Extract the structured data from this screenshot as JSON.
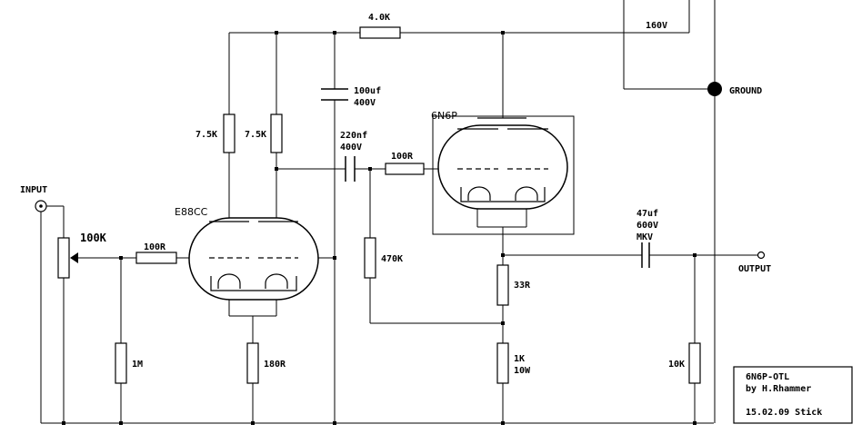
{
  "labels": {
    "input": "INPUT",
    "output": "OUTPUT",
    "ground": "GROUND",
    "pot": "100K",
    "r_grid1": "100R",
    "r_grid_leak": "1M",
    "r_plate1": "7.5K",
    "r_plate2": "7.5K",
    "r_cathode1": "180R",
    "r_supply": "4.0K",
    "c_filter_value": "100uf",
    "c_filter_voltage": "400V",
    "c_coupling_value": "220nf",
    "c_coupling_voltage": "400V",
    "r_grid2": "100R",
    "r_grid_leak2": "470K",
    "r_cathode2": "33R",
    "r_load_value": "1K",
    "r_load_power": "10W",
    "c_output_value": "47uf",
    "c_output_voltage": "600V",
    "c_output_type": "MKV",
    "r_output": "10K",
    "supply_voltage": "160V"
  },
  "tubes": {
    "driver": "E88CC",
    "output": "6N6P"
  },
  "info_box": {
    "title": "6N6P-OTL",
    "author": "by H.Rhammer",
    "date": "15.02.09 Stick"
  }
}
